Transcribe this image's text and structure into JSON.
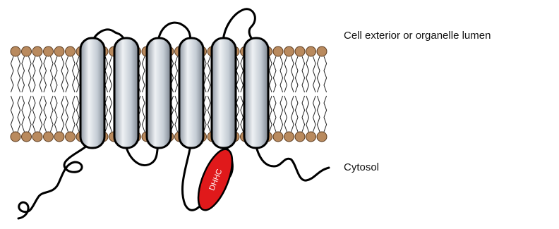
{
  "labels": {
    "exterior": "Cell exterior or organelle lumen",
    "cytosol": "Cytosol",
    "motif": "DHHC"
  },
  "colors": {
    "lipid_head": "#b98a5e",
    "helix_fill": "#c4ccd4",
    "motif_fill": "#e0191b",
    "outline": "#000000"
  },
  "structure": {
    "transmembrane_helices": 6,
    "motif_location": "cytosolic loop between helix 4 and helix 5"
  }
}
